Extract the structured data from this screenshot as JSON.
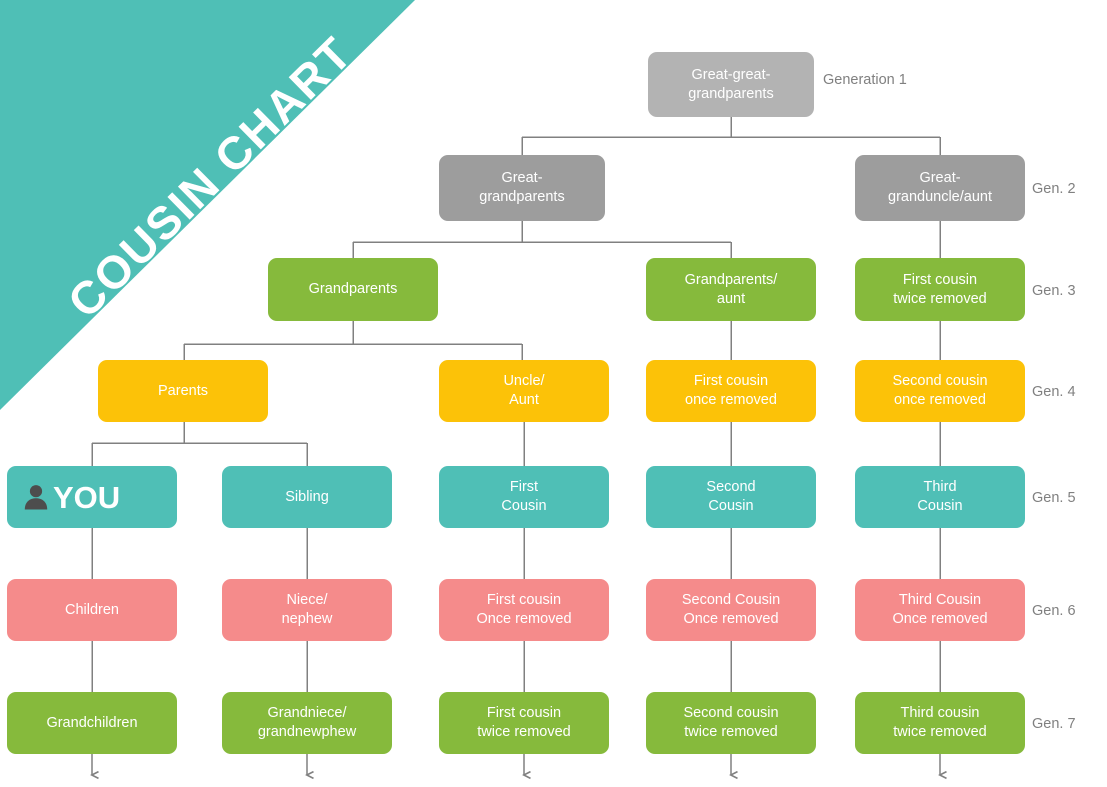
{
  "banner": {
    "title": "COUSIN CHART",
    "color": "#4fbfb6"
  },
  "colors": {
    "gen1_gray": "#b3b3b3",
    "gen2_gray": "#9d9d9d",
    "green": "#86ba3c",
    "yellow": "#fcc208",
    "teal": "#4fbfb6",
    "pink": "#f58b8b",
    "connector": "#808080",
    "label_text": "#808080",
    "node_text": "#ffffff",
    "background": "#ffffff"
  },
  "generation_labels": [
    {
      "id": "gen-1",
      "text": "Generation 1"
    },
    {
      "id": "gen-2",
      "text": "Gen. 2"
    },
    {
      "id": "gen-3",
      "text": "Gen. 3"
    },
    {
      "id": "gen-4",
      "text": "Gen. 4"
    },
    {
      "id": "gen-5",
      "text": "Gen. 5"
    },
    {
      "id": "gen-6",
      "text": "Gen. 6"
    },
    {
      "id": "gen-7",
      "text": "Gen. 7"
    }
  ],
  "nodes": {
    "great_great_grandparents": "Great-great-\ngrandparents",
    "great_grandparents": "Great-\ngrandparents",
    "great_granduncle_aunt": "Great-\ngranduncle/aunt",
    "grandparents": "Grandparents",
    "grandparents_aunt": "Grandparents/\naunt",
    "first_cousin_twice_removed_g3": "First cousin\ntwice removed",
    "parents": "Parents",
    "uncle_aunt": "Uncle/\nAunt",
    "first_cousin_once_removed_g4": "First cousin\nonce removed",
    "second_cousin_once_removed_g4": "Second cousin\nonce removed",
    "you": "YOU",
    "sibling": "Sibling",
    "first_cousin": "First\nCousin",
    "second_cousin": "Second\nCousin",
    "third_cousin": "Third\nCousin",
    "children": "Children",
    "niece_nephew": "Niece/\nnephew",
    "first_cousin_once_removed_g6": "First cousin\nOnce removed",
    "second_cousin_once_removed_g6": "Second Cousin\nOnce removed",
    "third_cousin_once_removed_g6": "Third Cousin\nOnce removed",
    "grandchildren": "Grandchildren",
    "grandniece_grandnewphew": "Grandniece/\ngrandnewphew",
    "first_cousin_twice_removed_g7": "First cousin\ntwice removed",
    "second_cousin_twice_removed_g7": "Second cousin\ntwice removed",
    "third_cousin_twice_removed_g7": "Third cousin\ntwice removed"
  },
  "icons": {
    "person": "person-icon"
  }
}
